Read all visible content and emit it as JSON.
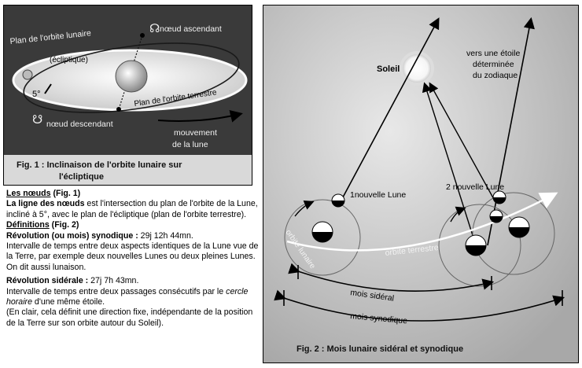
{
  "fig1": {
    "orbit_lunaire": "Plan de l'orbite lunaire",
    "ecliptique": "(écliptique)",
    "noeud_asc": "nœud ascendant",
    "noeud_desc": "nœud descendant",
    "angle": "5°",
    "orbite_terrestre": "Plan de l'orbite terrestre",
    "mouvement": "mouvement",
    "de_la_lune": "de la lune",
    "caption_1": "Fig. 1 : Inclinaison de l'orbite lunaire sur",
    "caption_2": "l'écliptique"
  },
  "fig2": {
    "soleil": "Soleil",
    "etoile_1": "vers une étoile",
    "etoile_2": "déterminée",
    "etoile_3": "du zodiaque",
    "nl1": "1nouvelle Lune",
    "nl2": "2 nouvelle Lune",
    "orbite_lunaire": "orbite lunaire",
    "orbite_terrestre": "orbite terrestre",
    "mois_sideral": "mois sidéral",
    "mois_synodique": "mois synodique",
    "caption": "Fig. 2 : Mois lunaire sidéral et synodique"
  },
  "text": {
    "noeuds_title": "Les nœuds",
    "noeuds_ref": " (Fig. 1)",
    "noeuds_bold": "La ligne des nœuds",
    "noeuds_body": " est l'intersection du plan de l'orbite de la Lune, incliné à 5°, avec le plan de l'écliptique (plan de l'orbite terrestre).",
    "def_title": "Définitions",
    "def_ref": "  (Fig. 2)",
    "syn_label": "Révolution (ou mois) synodique :",
    "syn_value": " 29j  12h  44mn.",
    "syn_body": "Intervalle de temps entre deux aspects identiques de la Lune vue de la Terre, par exemple deux nouvelles Lunes ou deux pleines Lunes. On dit aussi lunaison.",
    "sid_label": "Révolution sidérale :",
    "sid_value": " 27j  7h  43mn.",
    "sid_body_1": "Intervalle de temps entre deux passages consécutifs par le ",
    "sid_body_italic": "cercle horaire",
    "sid_body_2": " d'une même étoile.",
    "sid_body_3": "(En clair, cela définit une direction fixe, indépendante de la position de la Terre sur son orbite autour du Soleil)."
  }
}
